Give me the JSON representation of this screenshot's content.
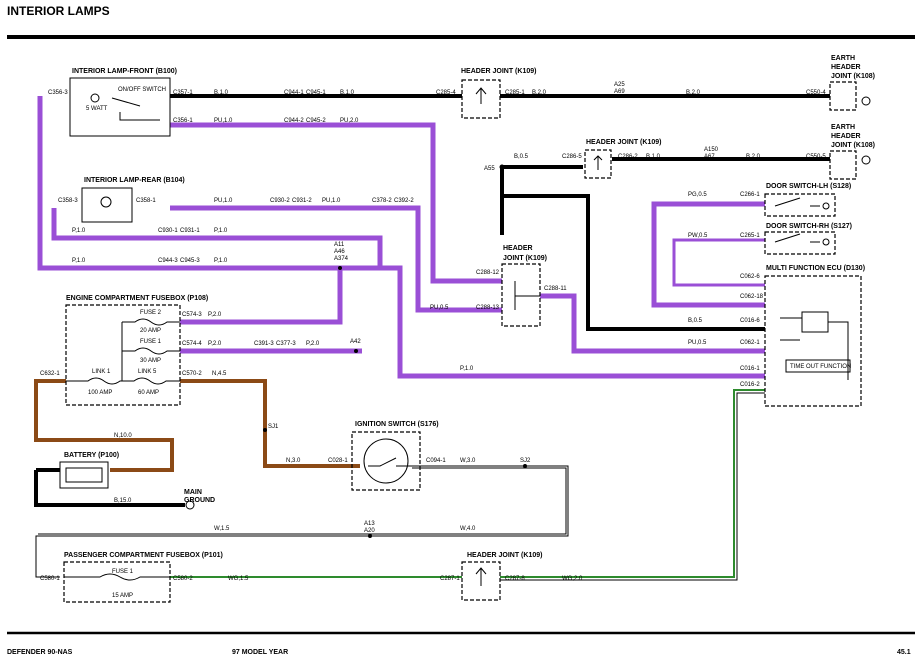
{
  "page": {
    "title": "INTERIOR LAMPS",
    "footer_left": "DEFENDER 90-NAS",
    "footer_center": "97 MODEL YEAR",
    "footer_right": "45.1"
  },
  "colors": {
    "purple_wire": "#9a4fd6",
    "brown_wire": "#8b4a16",
    "green_white_wire": "#2e8b2e",
    "black_wire": "#000000"
  },
  "components": {
    "lamp_front": {
      "label": "INTERIOR LAMP-FRONT (B100)",
      "switch": "ON/OFF SWITCH",
      "watt": "5 WATT"
    },
    "lamp_rear": {
      "label": "INTERIOR LAMP-REAR (B104)"
    },
    "hj_top": {
      "label": "HEADER JOINT (K109)"
    },
    "hj_2": {
      "label": "HEADER JOINT (K109)"
    },
    "hj_mid": {
      "label": "HEADER JOINT (K109)",
      "line1": "HEADER",
      "line2": "JOINT (K109)"
    },
    "hj_bottom": {
      "label": "HEADER JOINT (K109)"
    },
    "earth1": {
      "line1": "EARTH",
      "line2": "HEADER",
      "line3": "JOINT (K108)"
    },
    "earth2": {
      "line1": "EARTH",
      "line2": "HEADER",
      "line3": "JOINT (K108)"
    },
    "door_lh": {
      "label": "DOOR SWITCH-LH (S128)"
    },
    "door_rh": {
      "label": "DOOR SWITCH-RH (S127)"
    },
    "ecu": {
      "label": "MULTI FUNCTION ECU (D130)",
      "timeout": "TIME OUT FUNCTION"
    },
    "eng_fusebox": {
      "label": "ENGINE COMPARTMENT FUSEBOX (P108)",
      "fuse2": "FUSE 2",
      "fuse2_amp": "20 AMP",
      "fuse1": "FUSE 1",
      "fuse1_amp": "30 AMP",
      "link1": "LINK 1",
      "link1_amp": "100 AMP",
      "link5": "LINK 5",
      "link5_amp": "60 AMP"
    },
    "ignition": {
      "label": "IGNITION SWITCH (S176)"
    },
    "battery": {
      "label": "BATTERY (P100)"
    },
    "ground": {
      "line1": "MAIN",
      "line2": "GROUND"
    },
    "pass_fusebox": {
      "label": "PASSENGER COMPARTMENT FUSEBOX (P101)",
      "fuse1": "FUSE 1",
      "fuse1_amp": "15 AMP"
    }
  },
  "connectors": {
    "c356_3": "C356-3",
    "c357_1": "C357-1",
    "c356_1": "C356-1",
    "c944_1": "C944-1",
    "c945_1": "C945-1",
    "c944_2": "C944-2",
    "c945_2": "C945-2",
    "c285_4": "C285-4",
    "c285_1": "C285-1",
    "c550_4": "C550-4",
    "c286_5": "C286-5",
    "c286_2": "C286-2",
    "c550_5": "C550-5",
    "c358_3": "C358-3",
    "c358_1": "C358-1",
    "c930_2": "C930-2",
    "c931_2": "C931-2",
    "c378_2": "C378-2",
    "c392_2": "C392-2",
    "c930_1": "C930-1",
    "c931_1": "C931-1",
    "c944_3": "C944-3",
    "c945_3": "C945-3",
    "c266_1": "C266-1",
    "c265_1": "C265-1",
    "c288_12": "C288-12",
    "c288_13": "C288-13",
    "c288_11": "C288-11",
    "c062_6": "C062-6",
    "c062_18": "C062-18",
    "c016_6": "C016-6",
    "c062_1": "C062-1",
    "c016_1": "C016-1",
    "c016_2": "C016-2",
    "c574_3": "C574-3",
    "c574_4": "C574-4",
    "c391_3": "C391-3",
    "c377_3": "C377-3",
    "c632_1": "C632-1",
    "c570_2": "C570-2",
    "c028_1": "C028-1",
    "c094_1": "C094-1",
    "c580_1": "C580-1",
    "c580_2": "C580-2",
    "c287_1": "C287-1",
    "c287_8": "C287-8"
  },
  "wires": {
    "b10_a": "B,1.0",
    "b10_b": "B,1.0",
    "b20_a": "B,2.0",
    "b20_b": "B,2.0",
    "b20_c": "B,2.0",
    "b05_a": "B,0.5",
    "b05_b": "B,0.5",
    "b10_c": "B,1.0",
    "pu10_a": "PU,1.0",
    "pu20": "PU,2.0",
    "pu10_b": "PU,1.0",
    "pu10_c": "PU,1.0",
    "pu05_a": "PU,0.5",
    "pu05_b": "PU,0.5",
    "p10_a": "P,1.0",
    "p10_b": "P,1.0",
    "p10_c": "P,1.0",
    "p10_d": "P,1.0",
    "p10_e": "P,1.0",
    "p20_a": "P,2.0",
    "p20_b": "P,2.0",
    "p20_c": "P,2.0",
    "pg05": "PG,0.5",
    "pw05": "PW,0.5",
    "n45": "N,4.5",
    "n100": "N,10.0",
    "n30": "N,3.0",
    "w30": "W,3.0",
    "w15": "W,1.5",
    "w40": "W,4.0",
    "wg15": "WG,1.5",
    "wg20": "WG,2.0",
    "b150": "B,15.0"
  },
  "splices": {
    "a55": "A55",
    "a25": "A25",
    "a69": "A69",
    "a150": "A150",
    "a67": "A67",
    "a11": "A11",
    "a46": "A46",
    "a374": "A374",
    "a42": "A42",
    "sj1": "SJ1",
    "sj2": "SJ2",
    "a13": "A13",
    "a20": "A20"
  }
}
